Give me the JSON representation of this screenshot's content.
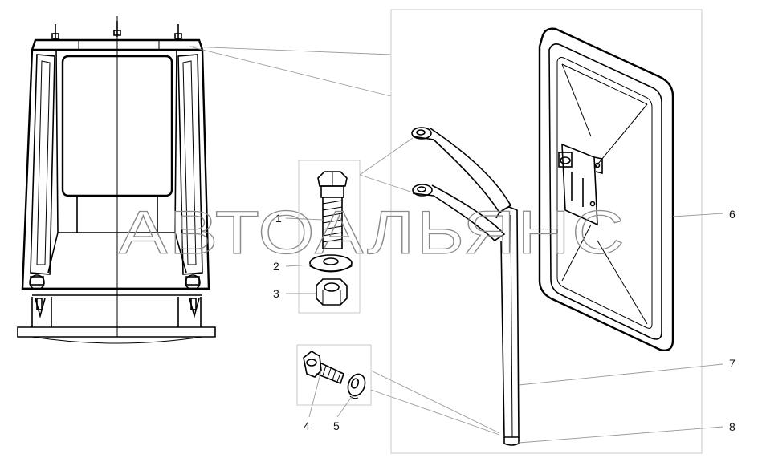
{
  "diagram": {
    "watermark": "АВТОАЛЬЯНС",
    "callouts": [
      {
        "id": "1",
        "label": "1"
      },
      {
        "id": "2",
        "label": "2"
      },
      {
        "id": "3",
        "label": "3"
      },
      {
        "id": "4",
        "label": "4"
      },
      {
        "id": "5",
        "label": "5"
      },
      {
        "id": "6",
        "label": "6"
      },
      {
        "id": "7",
        "label": "7"
      },
      {
        "id": "8",
        "label": "8"
      }
    ]
  },
  "colors": {
    "line": "#000000",
    "leader": "#9a9a9a",
    "frame": "#c9c9c9",
    "watermark": "#8a8a8a",
    "background": "#ffffff"
  }
}
